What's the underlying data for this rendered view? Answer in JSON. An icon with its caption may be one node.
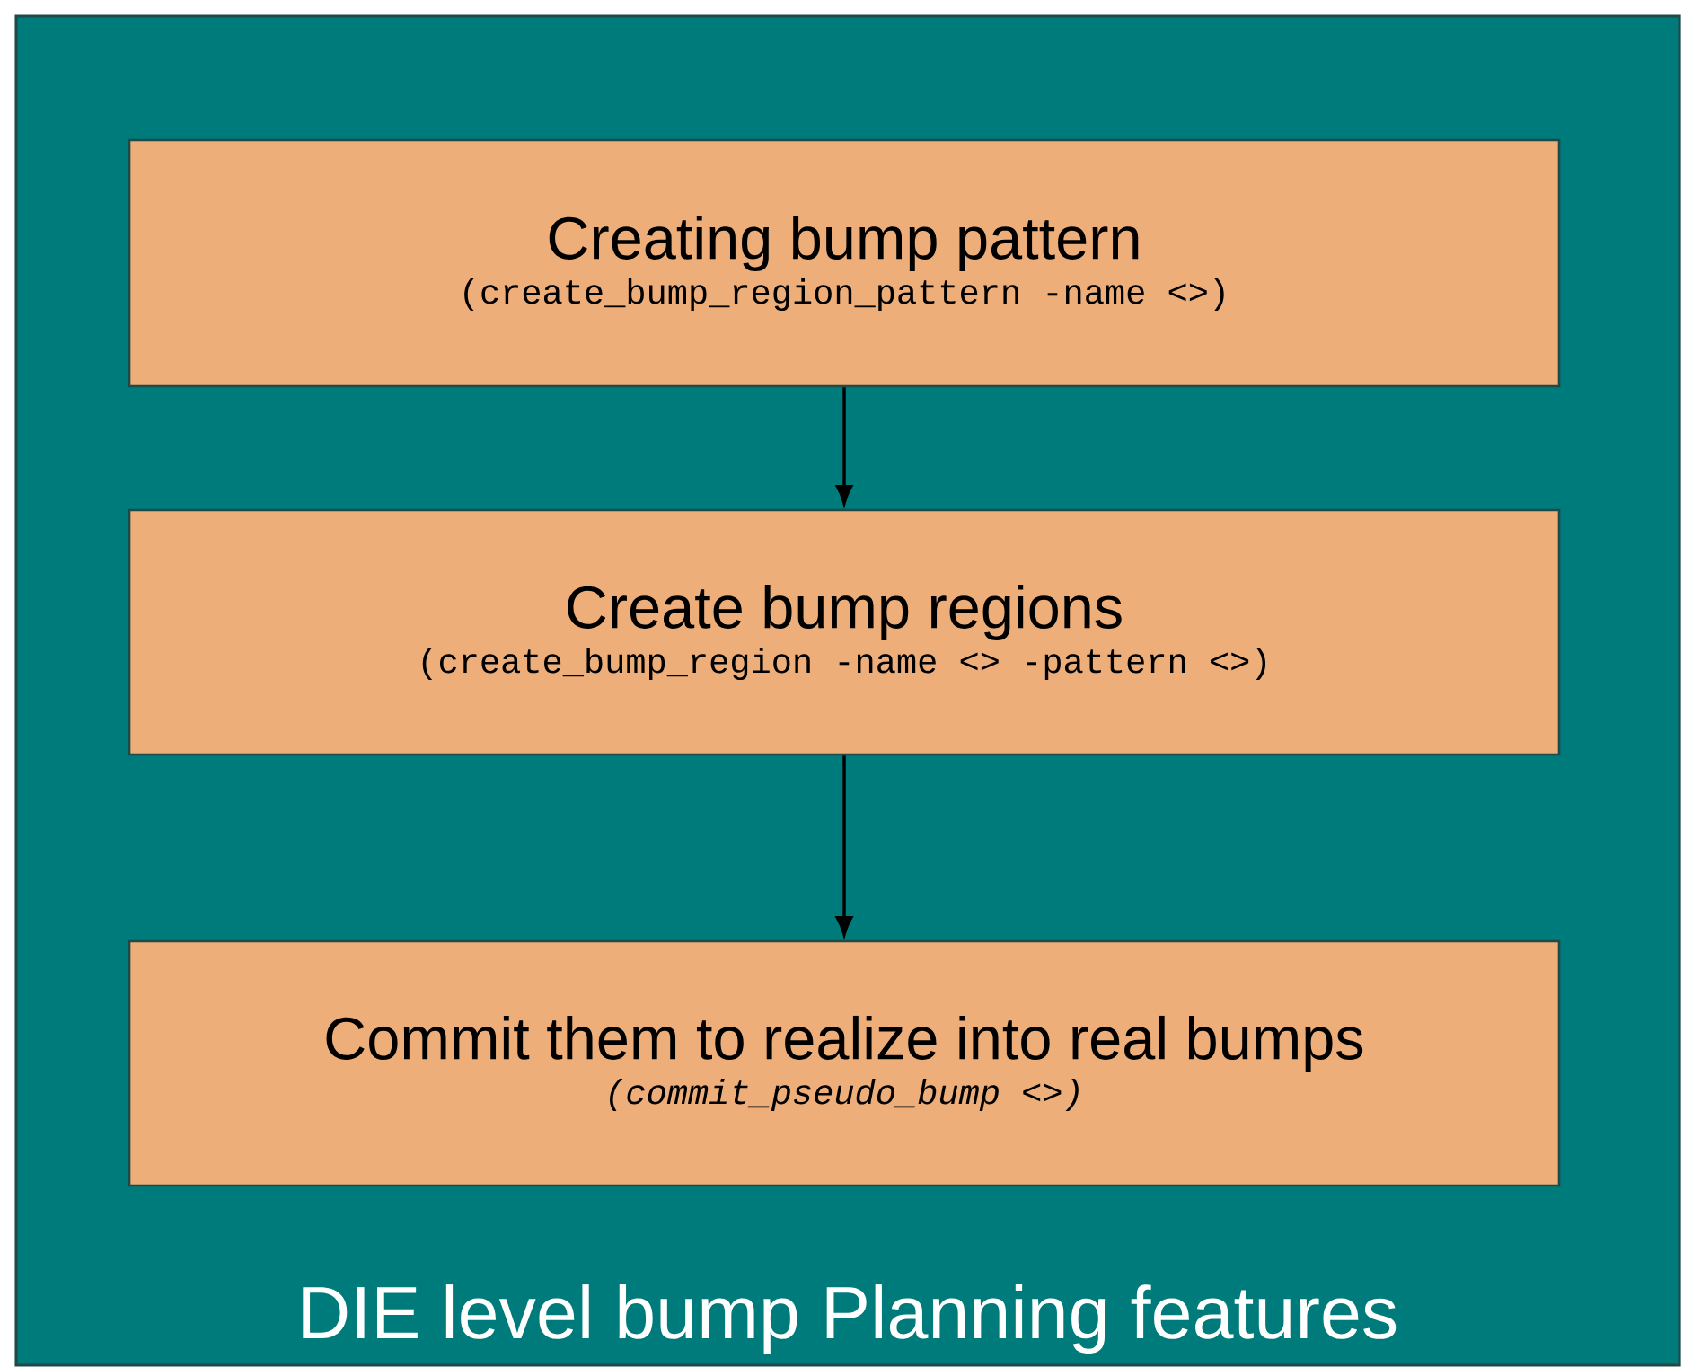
{
  "diagram": {
    "nodes": [
      {
        "text": [
          "DIE level bump Planning features"
        ]
      },
      {
        "text": [
          "Creating bump pattern",
          "(create_bump_region_pattern -name <>)"
        ],
        "in": 0
      },
      {
        "text": [
          "Create bump regions",
          "(create_bump_region -name <> -pattern <>)"
        ],
        "in": 0
      },
      {
        "text": [
          "Commit them to realize into real bumps",
          "(commit_pseudo_bump <>)"
        ],
        "in": 0
      }
    ],
    "edges": [
      {
        "from": 1,
        "to": 2,
        "arrow": "to"
      },
      {
        "from": 2,
        "to": 3,
        "arrow": "to"
      }
    ]
  }
}
